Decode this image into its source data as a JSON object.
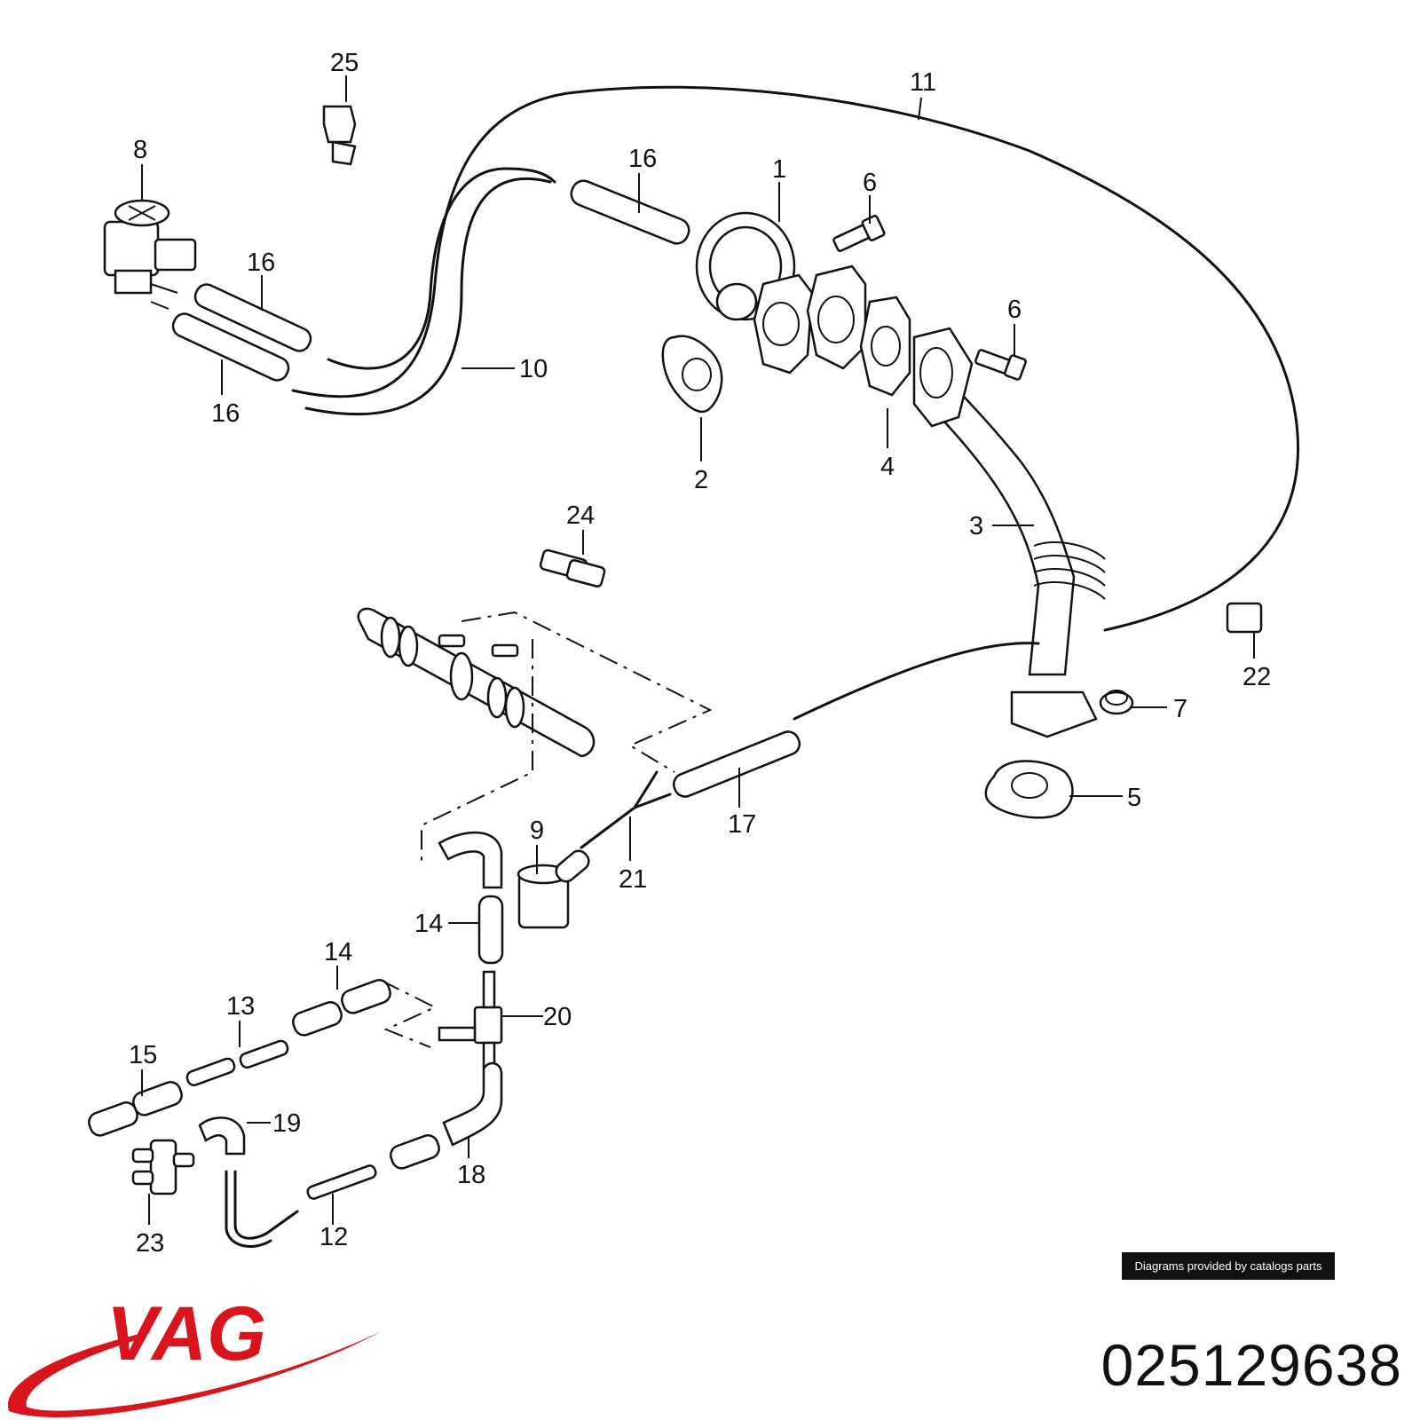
{
  "diagram": {
    "callouts": [
      "25",
      "8",
      "16",
      "16",
      "16",
      "10",
      "11",
      "1",
      "6",
      "6",
      "2",
      "4",
      "3",
      "24",
      "22",
      "7",
      "5",
      "17",
      "21",
      "9",
      "14",
      "14",
      "20",
      "13",
      "15",
      "19",
      "18",
      "23",
      "12"
    ]
  },
  "credit": "Diagrams provided by catalogs parts",
  "brand": {
    "logo_text": "VAG",
    "logo_color": "#d8141c"
  },
  "part_number": "025129638"
}
